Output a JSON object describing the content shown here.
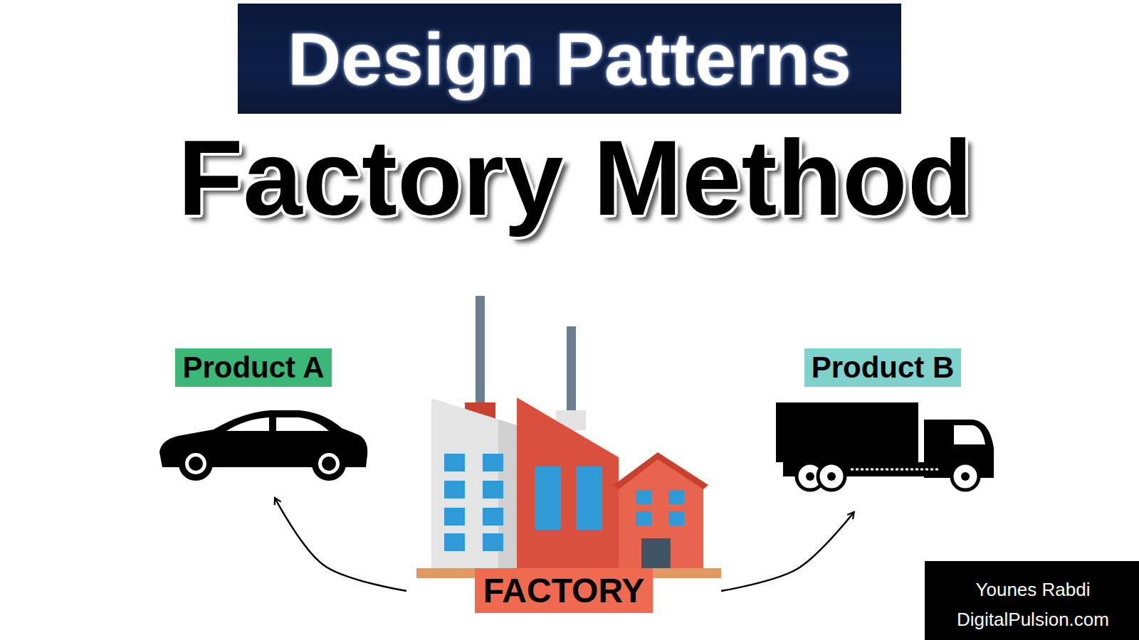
{
  "diagram": {
    "title": "Design Patterns",
    "nodes": [
      {
        "text": [
          "Product A"
        ]
      },
      {
        "text": [
          "FACTORY"
        ]
      },
      {
        "text": [
          "Product B"
        ]
      }
    ],
    "edges": [
      {
        "from": 1,
        "to": 0,
        "arrow": "to"
      },
      {
        "from": 1,
        "to": 2,
        "arrow": "to"
      }
    ],
    "labels": [
      "Factory Method",
      "Younes Rabdi",
      "DigitalPulsion.com"
    ]
  }
}
